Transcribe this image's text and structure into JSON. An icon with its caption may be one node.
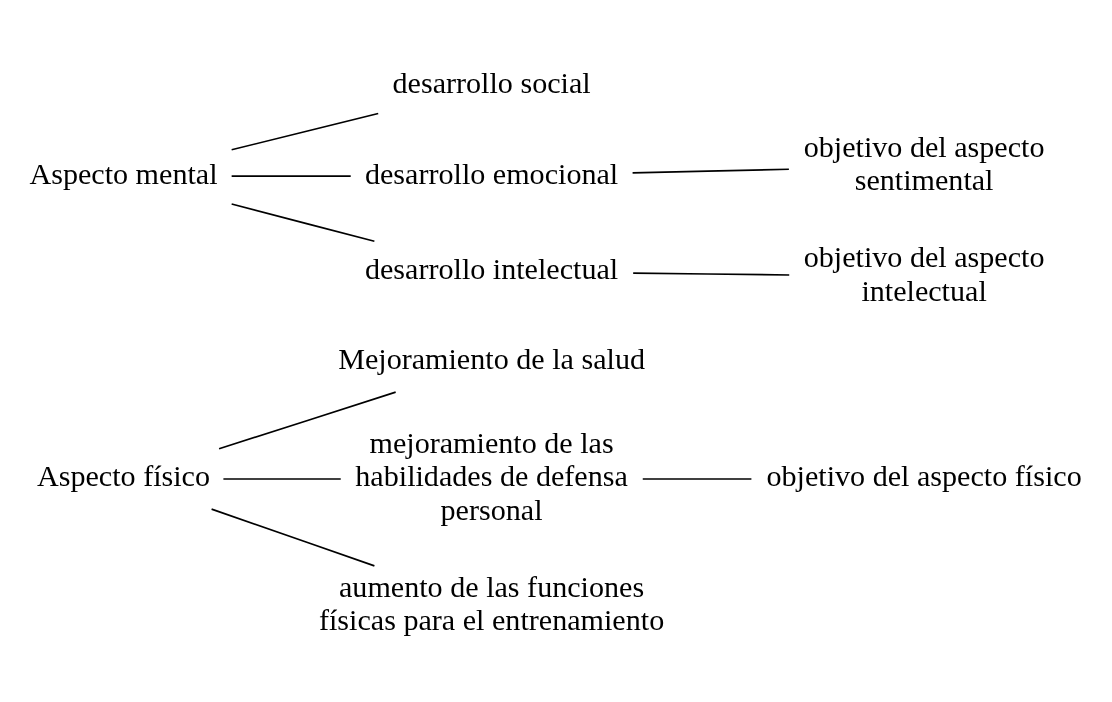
{
  "diagram": {
    "nodes": [
      {
        "text": [
          "Aspecto físico"
        ]
      },
      {
        "text": [
          "Mejoramiento de la salud"
        ]
      },
      {
        "text": [
          "mejoramiento de las habilidades de defensa personal"
        ]
      },
      {
        "text": [
          "objetivo del aspecto físico"
        ]
      },
      {
        "text": [
          "aumento de las funciones físicas para el entrenamiento"
        ]
      },
      {
        "text": [
          "Aspecto mental"
        ]
      },
      {
        "text": [
          "desarrollo social"
        ]
      },
      {
        "text": [
          "desarrollo emocional"
        ]
      },
      {
        "text": [
          "objetivo del aspecto sentimental"
        ]
      },
      {
        "text": [
          "desarrollo intelectual"
        ]
      },
      {
        "text": [
          "objetivo del aspecto intelectual"
        ]
      }
    ],
    "edges": [
      {
        "from": 0,
        "to": 1,
        "arrow": "none"
      },
      {
        "from": 0,
        "to": 2,
        "arrow": "none"
      },
      {
        "from": 0,
        "to": 4,
        "arrow": "none"
      },
      {
        "from": 2,
        "to": 3,
        "arrow": "none"
      },
      {
        "from": 5,
        "to": 6,
        "arrow": "none"
      },
      {
        "from": 5,
        "to": 7,
        "arrow": "none"
      },
      {
        "from": 5,
        "to": 9,
        "arrow": "none"
      },
      {
        "from": 7,
        "to": 8,
        "arrow": "none"
      },
      {
        "from": 9,
        "to": 10,
        "arrow": "none"
      }
    ]
  }
}
